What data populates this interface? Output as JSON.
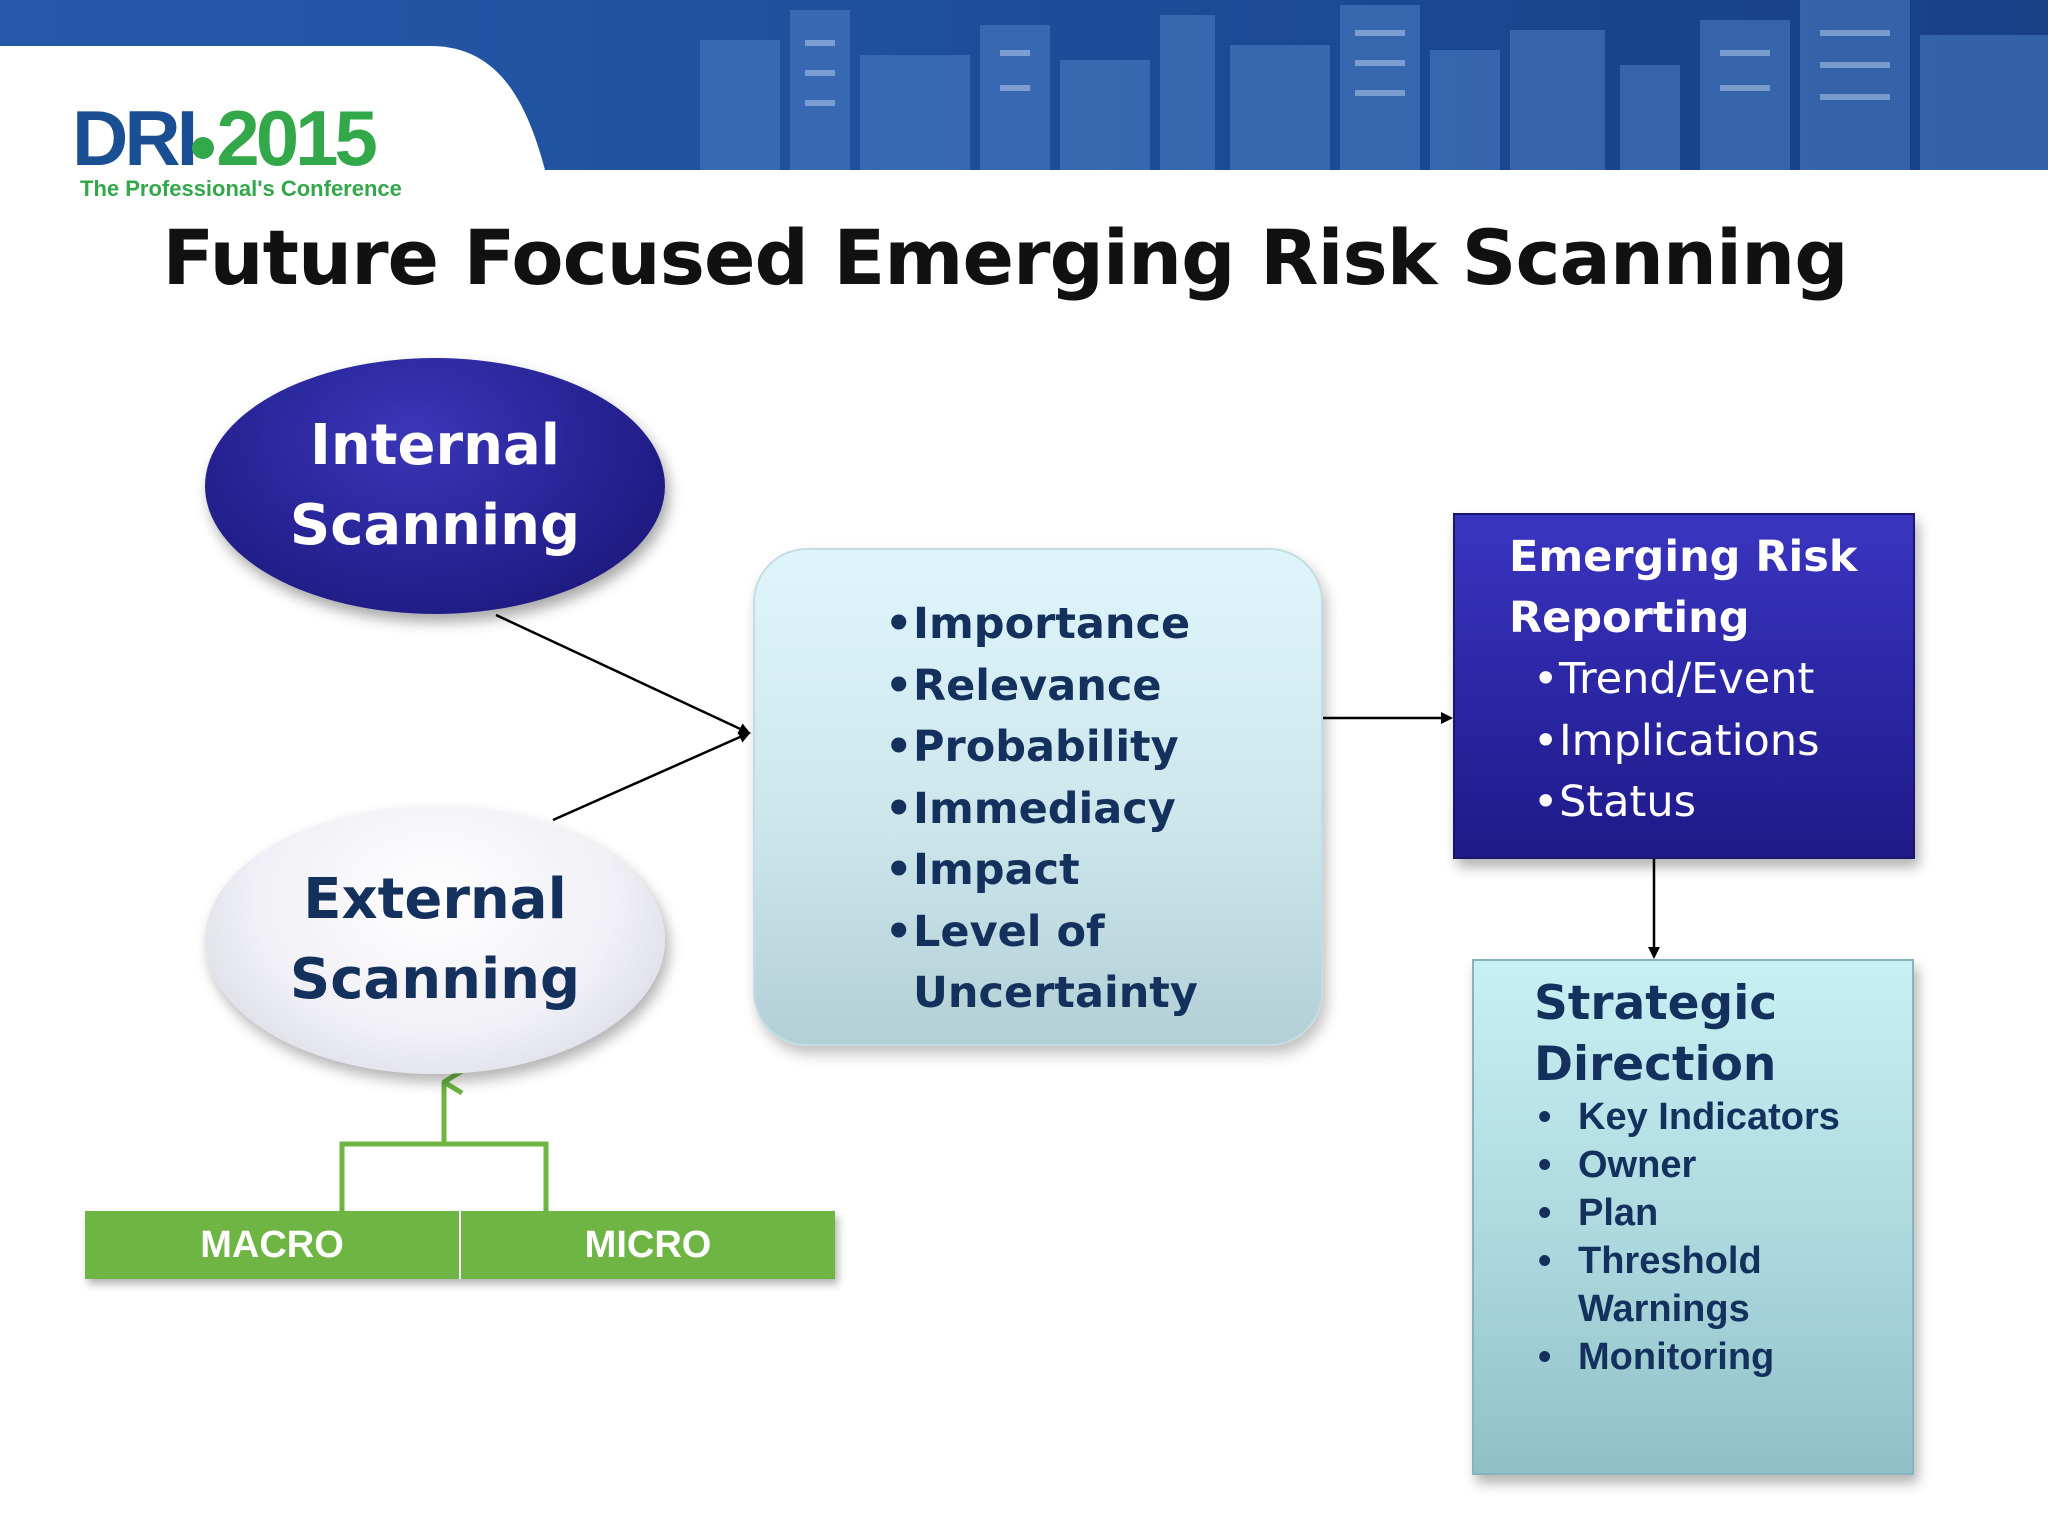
{
  "logo": {
    "brand": "DRI",
    "year": "2015",
    "tagline": "The Professional's Conference"
  },
  "slide_title": "Future Focused Emerging Risk Scanning",
  "internal_scanning": {
    "line1": "Internal",
    "line2": "Scanning"
  },
  "external_scanning": {
    "line1": "External",
    "line2": "Scanning"
  },
  "criteria": {
    "items": [
      "Importance",
      "Relevance",
      "Probability",
      "Immediacy",
      "Impact"
    ],
    "last_item_line1": "Level of",
    "last_item_line2": "Uncertainty"
  },
  "reporting": {
    "title": "Emerging Risk Reporting",
    "items": [
      "Trend/Event",
      "Implications",
      "Status"
    ]
  },
  "strategy": {
    "title_line1": "Strategic",
    "title_line2": "Direction",
    "items": [
      "Key Indicators",
      "Owner",
      "Plan",
      "Threshold Warnings",
      "Monitoring"
    ]
  },
  "scanning_types": {
    "macro": "MACRO",
    "micro": "MICRO"
  },
  "colors": {
    "banner_blue": "#1e4f9c",
    "internal_oval": "#24208f",
    "report_box": "#2a25a2",
    "green_bar": "#6eb544",
    "text_navy": "#14305c"
  }
}
